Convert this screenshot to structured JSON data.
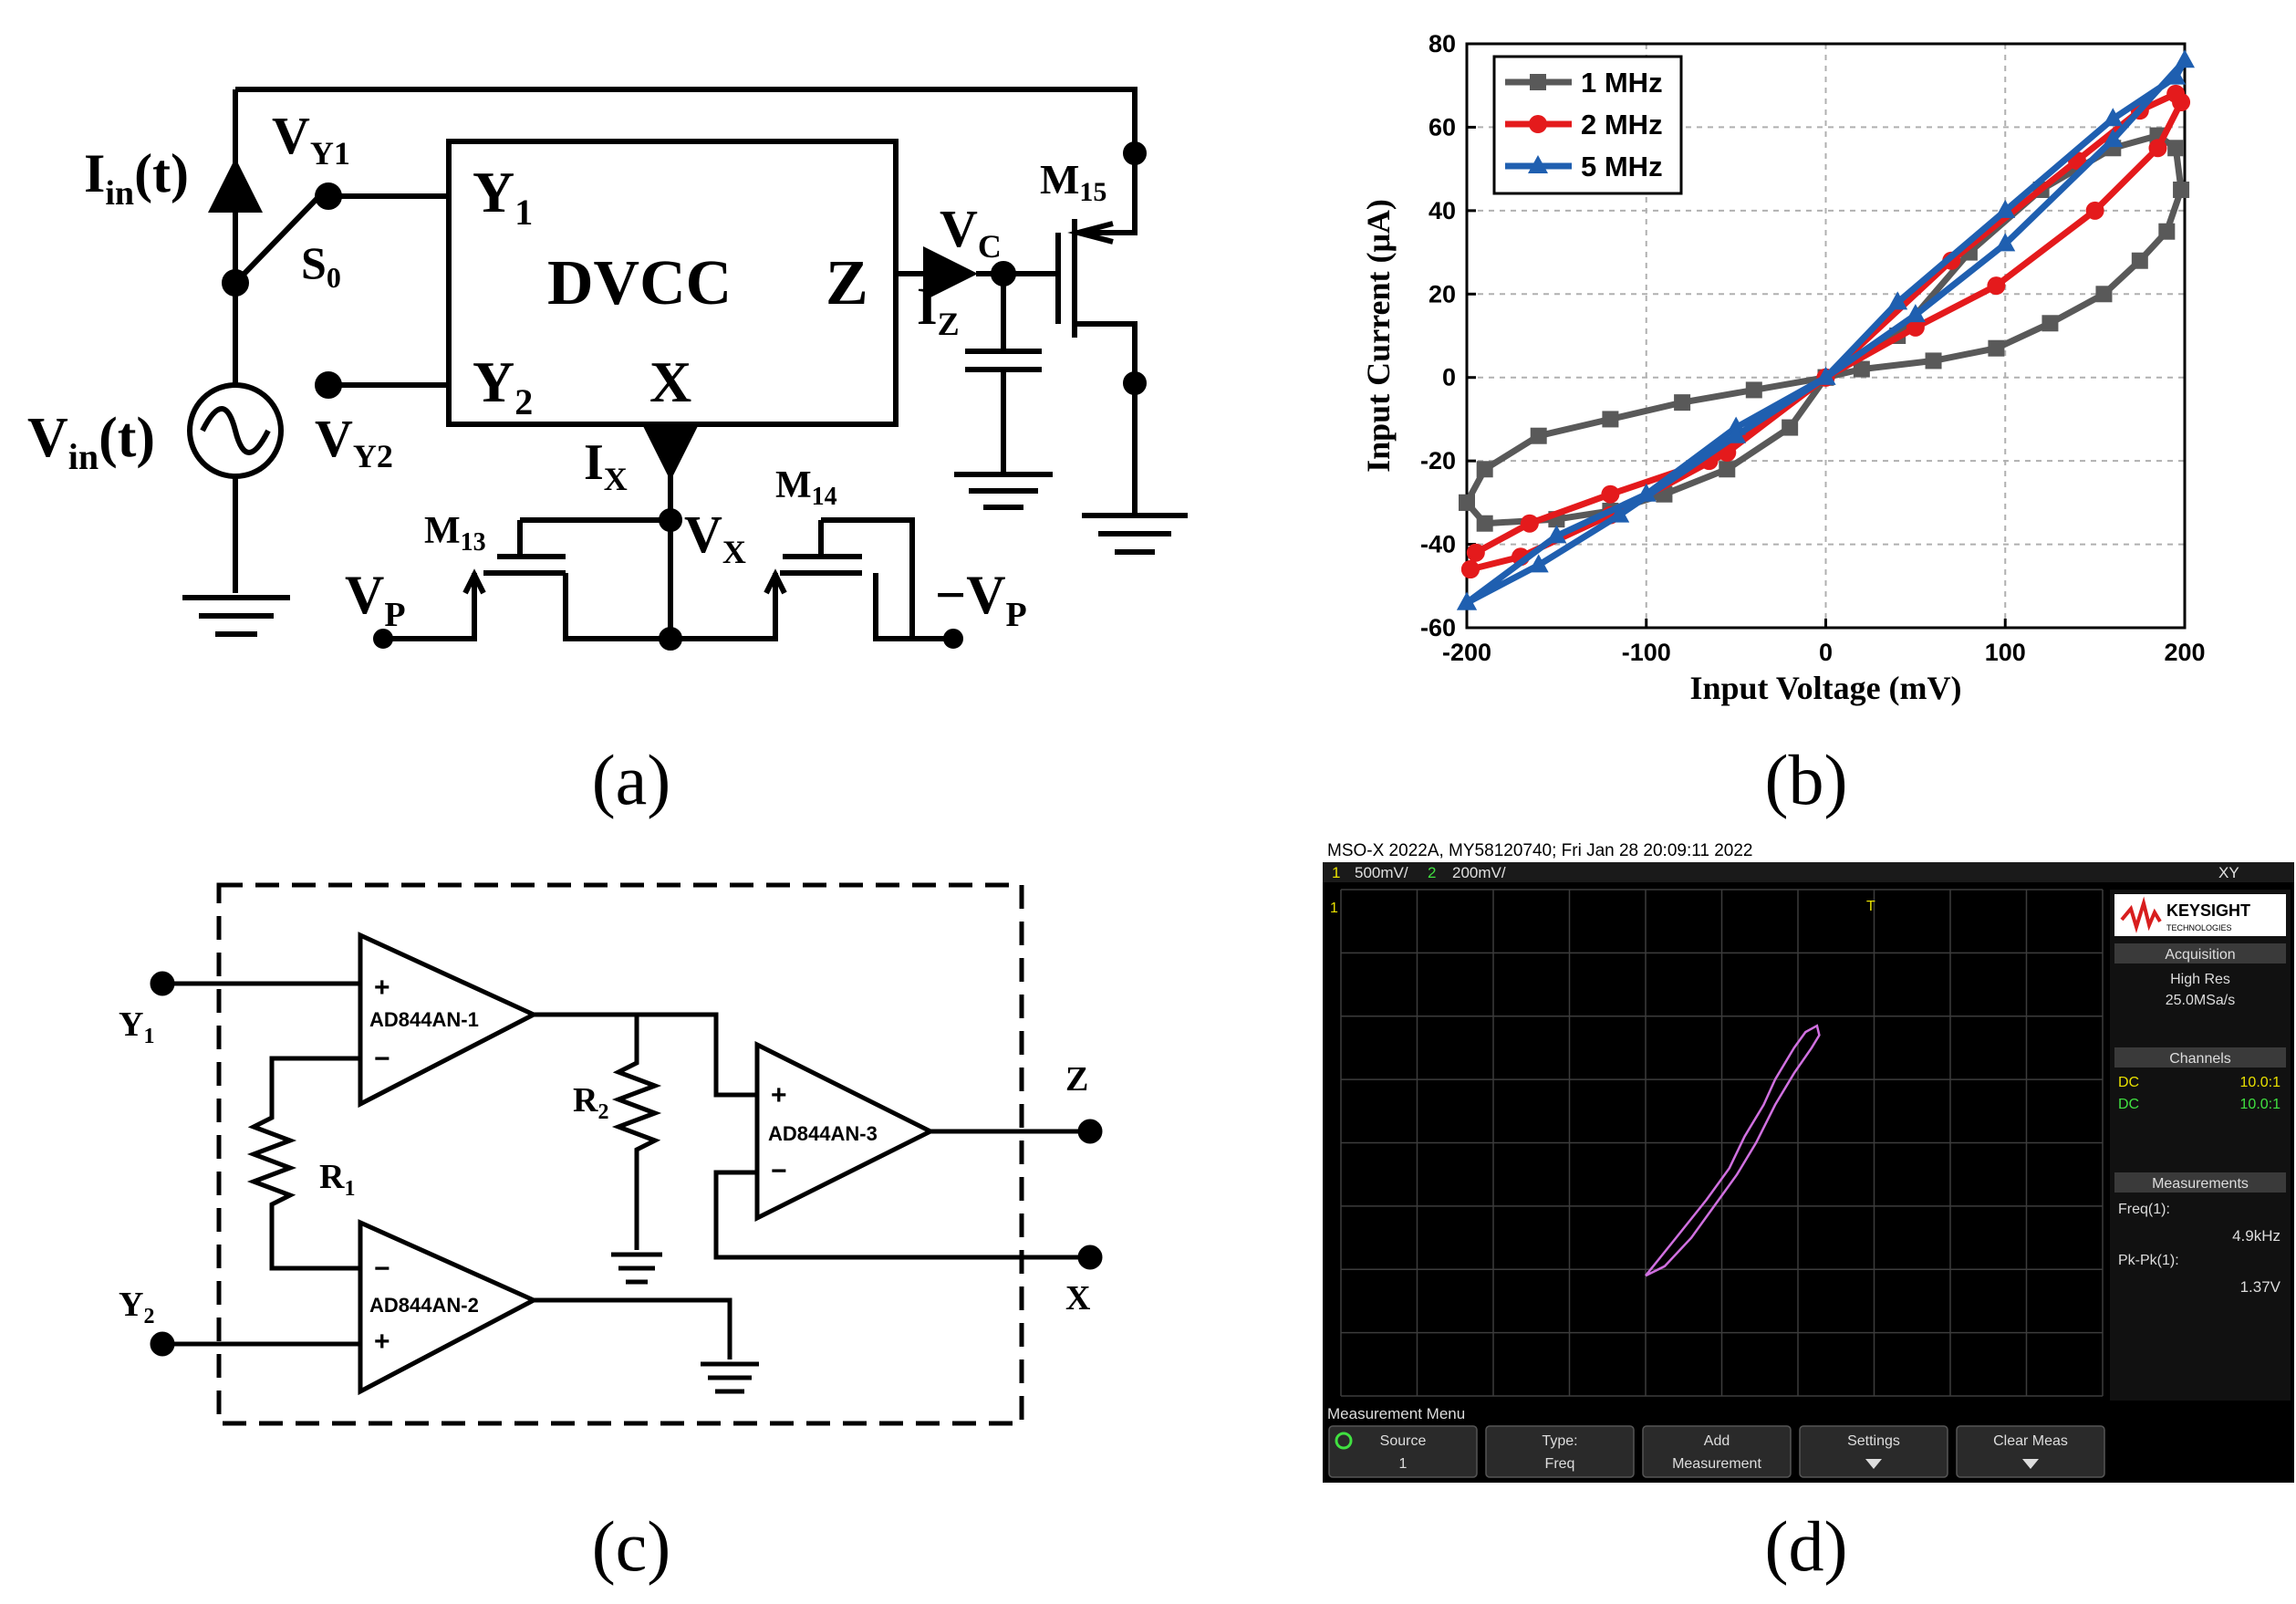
{
  "panel_labels": {
    "a": "(a)",
    "b": "(b)",
    "c": "(c)",
    "d": "(d)"
  },
  "panel_a": {
    "iin": "I",
    "iin_sub": "in",
    "iin_tail": "(t)",
    "vy1": "V",
    "vy1_sub": "Y1",
    "s0": "S",
    "s0_sub": "0",
    "y1": "Y",
    "y1_sub": "1",
    "dvcc": "DVCC",
    "z": "Z",
    "vc": "V",
    "vc_sub": "C",
    "iz": "I",
    "iz_sub": "Z",
    "m15": "M",
    "m15_sub": "15",
    "y2": "Y",
    "y2_sub": "2",
    "x": "X",
    "vin": "V",
    "vin_sub": "in",
    "vin_tail": "(t)",
    "vy2": "V",
    "vy2_sub": "Y2",
    "ix": "I",
    "ix_sub": "X",
    "m13": "M",
    "m13_sub": "13",
    "m14": "M",
    "m14_sub": "14",
    "vx": "V",
    "vx_sub": "X",
    "vp": "V",
    "vp_sub": "P",
    "nvp": "−V",
    "nvp_sub": "P"
  },
  "chart_data": {
    "type": "line",
    "xlabel": "Input Voltage (mV)",
    "ylabel": "Input Current (μA)",
    "xlim": [
      -200,
      200
    ],
    "ylim": [
      -60,
      80
    ],
    "xticks": [
      "-200",
      "-100",
      "0",
      "100",
      "200"
    ],
    "yticks": [
      "-60",
      "-40",
      "-20",
      "0",
      "20",
      "40",
      "60",
      "80"
    ],
    "grid": true,
    "legend_position": "top-left",
    "series": [
      {
        "name": "1 MHz",
        "color": "#595959",
        "marker": "square",
        "x": [
          -200,
          -190,
          -150,
          -120,
          -90,
          -55,
          -20,
          0,
          20,
          60,
          95,
          125,
          155,
          175,
          190,
          198,
          195,
          185,
          160,
          120,
          80,
          40,
          0,
          -40,
          -80,
          -120,
          -160,
          -190,
          -200
        ],
        "y": [
          -30,
          -35,
          -34,
          -32,
          -28,
          -22,
          -12,
          0,
          2,
          4,
          7,
          13,
          20,
          28,
          35,
          45,
          55,
          58,
          55,
          45,
          30,
          10,
          0,
          -3,
          -6,
          -10,
          -14,
          -22,
          -30
        ]
      },
      {
        "name": "2 MHz",
        "color": "#e41a1c",
        "marker": "circle",
        "x": [
          -198,
          -170,
          -120,
          -55,
          0,
          50,
          95,
          150,
          185,
          198,
          195,
          175,
          140,
          70,
          0,
          -65,
          -120,
          -165,
          -195,
          -198
        ],
        "y": [
          -46,
          -43,
          -33,
          -18,
          0,
          12,
          22,
          40,
          55,
          66,
          68,
          64,
          52,
          28,
          0,
          -20,
          -28,
          -35,
          -42,
          -46
        ]
      },
      {
        "name": "5 MHz",
        "color": "#1f5fb0",
        "marker": "triangle",
        "x": [
          -200,
          -150,
          -100,
          -50,
          0,
          50,
          100,
          160,
          200,
          195,
          160,
          100,
          40,
          0,
          -50,
          -115,
          -160,
          -200
        ],
        "y": [
          -54,
          -38,
          -28,
          -12,
          0,
          15,
          32,
          57,
          76,
          72,
          62,
          40,
          18,
          0,
          -14,
          -33,
          -45,
          -54
        ]
      }
    ]
  },
  "panel_c": {
    "y1": "Y",
    "y1_sub": "1",
    "y2": "Y",
    "y2_sub": "2",
    "r1": "R",
    "r1_sub": "1",
    "r2": "R",
    "r2_sub": "2",
    "op1": "AD844AN-1",
    "op2": "AD844AN-2",
    "op3": "AD844AN-3",
    "z": "Z",
    "x": "X",
    "plus": "+",
    "minus": "−"
  },
  "scope": {
    "header": "MSO-X 2022A, MY58120740; Fri Jan 28 20:09:11 2022",
    "ch1_num": "1",
    "ch1_scale": "500mV/",
    "ch2_num": "2",
    "ch2_scale": "200mV/",
    "mode": "XY",
    "brand": "KEYSIGHT",
    "brand_sub": "TECHNOLOGIES",
    "acq_title": "Acquisition",
    "acq_mode": "High Res",
    "acq_rate": "25.0MSa/s",
    "channels_title": "Channels",
    "ch1_coupling": "DC",
    "ch1_probe": "10.0:1",
    "ch2_coupling": "DC",
    "ch2_probe": "10.0:1",
    "meas_title": "Measurements",
    "freq_label": "Freq(1):",
    "freq_value": "4.9kHz",
    "pkpk_label": "Pk-Pk(1):",
    "pkpk_value": "1.37V",
    "menu_title": "Measurement Menu",
    "softkeys": [
      {
        "top": "Source",
        "bottom": "1"
      },
      {
        "top": "Type:",
        "bottom": "Freq"
      },
      {
        "top": "Add",
        "bottom": "Measurement"
      },
      {
        "top": "Settings",
        "bottom": ""
      },
      {
        "top": "Clear Meas",
        "bottom": ""
      }
    ],
    "trace_color": "#d070e0"
  }
}
